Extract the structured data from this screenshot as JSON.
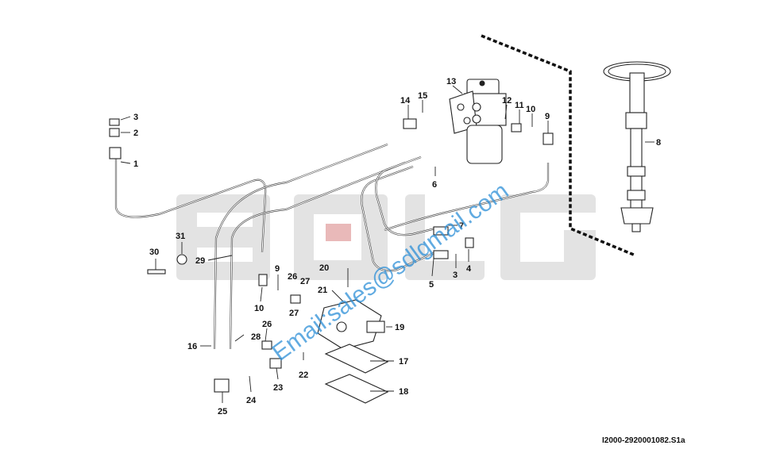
{
  "diagram": {
    "reference": "I2000-2920001082.S1a",
    "background_word": "SDLG",
    "watermark": "Email:sales@sdlgmail.com",
    "callouts": [
      {
        "id": "c3a",
        "text": "3"
      },
      {
        "id": "c2",
        "text": "2"
      },
      {
        "id": "c1",
        "text": "1"
      },
      {
        "id": "c31",
        "text": "31"
      },
      {
        "id": "c30",
        "text": "30"
      },
      {
        "id": "c29",
        "text": "29"
      },
      {
        "id": "c9a",
        "text": "9"
      },
      {
        "id": "c10a",
        "text": "10"
      },
      {
        "id": "c26a",
        "text": "26"
      },
      {
        "id": "c27a",
        "text": "27"
      },
      {
        "id": "c20",
        "text": "20"
      },
      {
        "id": "c21",
        "text": "21"
      },
      {
        "id": "c27b",
        "text": "27"
      },
      {
        "id": "c26b",
        "text": "26"
      },
      {
        "id": "c28",
        "text": "28"
      },
      {
        "id": "c16",
        "text": "16"
      },
      {
        "id": "c22",
        "text": "22"
      },
      {
        "id": "c23",
        "text": "23"
      },
      {
        "id": "c24",
        "text": "24"
      },
      {
        "id": "c25",
        "text": "25"
      },
      {
        "id": "c19",
        "text": "19"
      },
      {
        "id": "c17",
        "text": "17"
      },
      {
        "id": "c18",
        "text": "18"
      },
      {
        "id": "c13",
        "text": "13"
      },
      {
        "id": "c14",
        "text": "14"
      },
      {
        "id": "c15",
        "text": "15"
      },
      {
        "id": "c12",
        "text": "12"
      },
      {
        "id": "c11",
        "text": "11"
      },
      {
        "id": "c10b",
        "text": "10"
      },
      {
        "id": "c9b",
        "text": "9"
      },
      {
        "id": "c6",
        "text": "6"
      },
      {
        "id": "c7",
        "text": "7"
      },
      {
        "id": "c5",
        "text": "5"
      },
      {
        "id": "c3b",
        "text": "3"
      },
      {
        "id": "c4",
        "text": "4"
      },
      {
        "id": "c8",
        "text": "8"
      }
    ]
  }
}
